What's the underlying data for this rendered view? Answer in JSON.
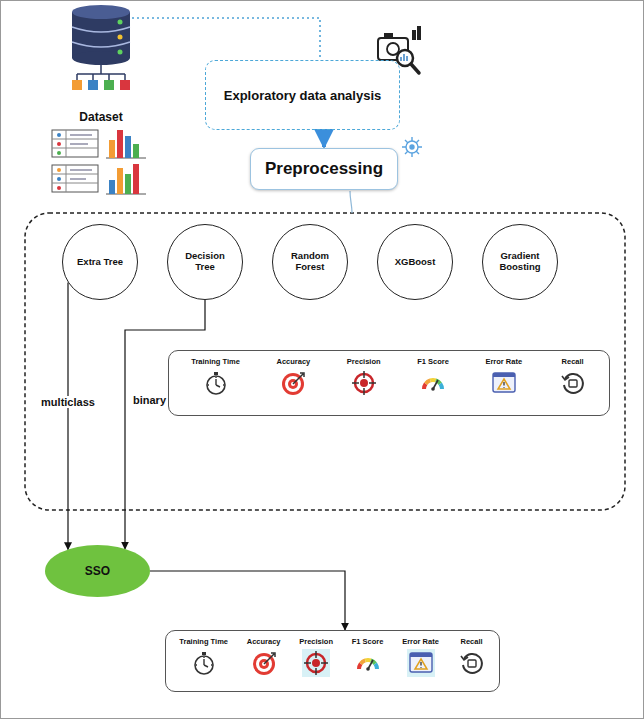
{
  "diagram": {
    "nodes": [
      {
        "text": [
          "Dataset"
        ]
      },
      {
        "text": [
          "Exploratory data analysis"
        ]
      },
      {
        "text": [
          "Preprocessing"
        ]
      },
      {
        "text": [
          "Extra Tree"
        ]
      },
      {
        "text": [
          "Decision Tree"
        ]
      },
      {
        "text": [
          "Random Forest"
        ]
      },
      {
        "text": [
          "XGBoost"
        ]
      },
      {
        "text": [
          "Gradient Boosting"
        ]
      },
      {
        "text": [
          "Training Time",
          "Accuracy",
          "Precision",
          "F1 Score",
          "Error Rate",
          "Recall"
        ]
      },
      {
        "text": [
          "SSO"
        ]
      },
      {
        "text": [
          "Training Time",
          "Accuracy",
          "Precision",
          "F1 Score",
          "Error Rate",
          "Recall"
        ]
      }
    ],
    "edges": [
      {
        "from": 0,
        "to": 1,
        "arrow": "none"
      },
      {
        "from": 1,
        "to": 2,
        "arrow": "to"
      },
      {
        "from": 3,
        "to": 9,
        "label": "multiclass",
        "arrow": "to"
      },
      {
        "from": 4,
        "to": 9,
        "label": "binary",
        "arrow": "to"
      },
      {
        "from": 9,
        "to": 10,
        "arrow": "to"
      }
    ]
  }
}
